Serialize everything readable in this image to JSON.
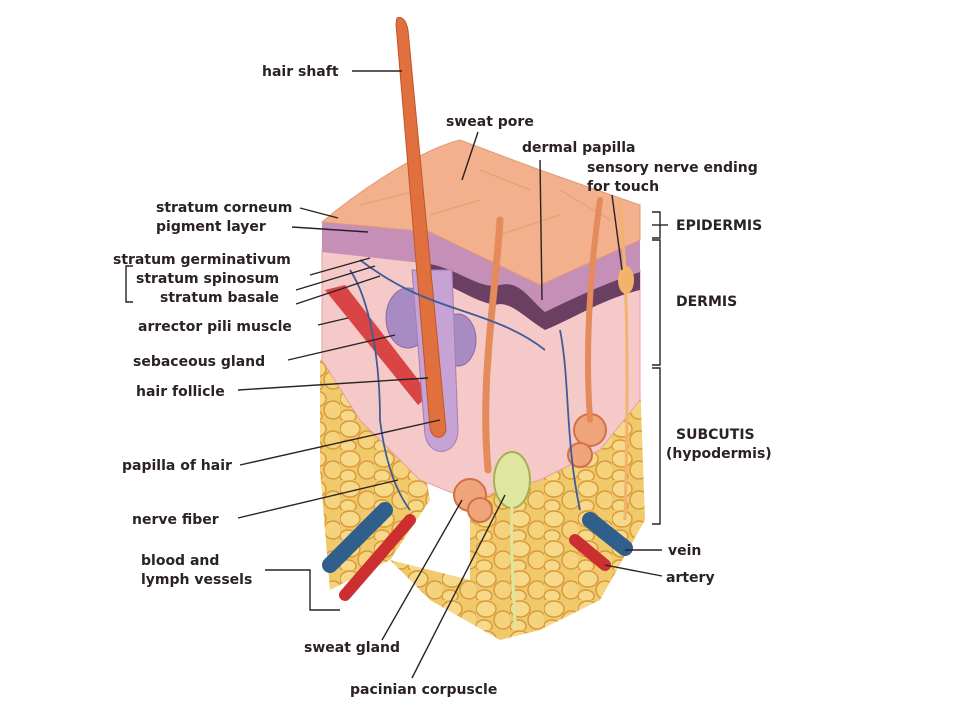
{
  "labels": {
    "hair_shaft": "hair shaft",
    "sweat_pore": "sweat pore",
    "dermal_papilla": "dermal papilla",
    "sensory_nerve_1": "sensory nerve ending",
    "sensory_nerve_2": "for touch",
    "stratum_corneum": "stratum corneum",
    "pigment_layer": "pigment layer",
    "stratum_germinativum": "stratum germinativum",
    "stratum_spinosum": "stratum spinosum",
    "stratum_basale": "stratum basale",
    "arrector_pili": "arrector pili muscle",
    "sebaceous_gland": "sebaceous gland",
    "hair_follicle": "hair follicle",
    "papilla_of_hair": "papilla of hair",
    "nerve_fiber": "nerve fiber",
    "blood_lymph_1": "blood and",
    "blood_lymph_2": "lymph vessels",
    "sweat_gland": "sweat gland",
    "pacinian": "pacinian corpuscle",
    "epidermis": "EPIDERMIS",
    "dermis": "DERMIS",
    "subcutis_1": "SUBCUTIS",
    "subcutis_2": "(hypodermis)",
    "vein": "vein",
    "artery": "artery"
  },
  "colors": {
    "skin_surface": "#f2b08c",
    "epidermis": "#e9a3a3",
    "pigment": "#6a3f62",
    "dermis": "#f6c9c9",
    "fat": "#f0c96a",
    "fat_shadow": "#d99a3c",
    "hair": "#e0703e",
    "follicle": "#c7a2d4",
    "vein": "#2f5f8a",
    "artery": "#cc2f2f",
    "nerve": "#f4b36a",
    "text": "#2b2222"
  }
}
